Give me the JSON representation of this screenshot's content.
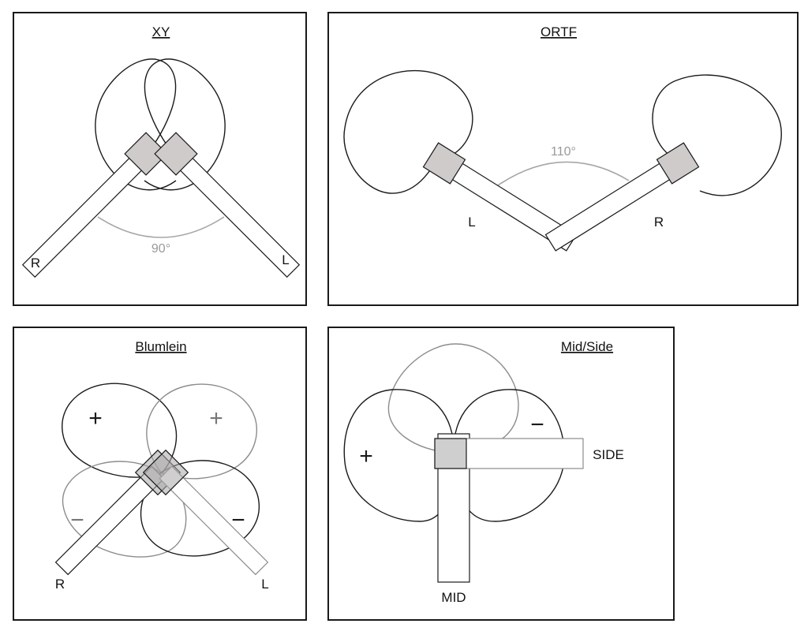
{
  "panels": {
    "xy": {
      "title": "XY",
      "left_label": "R",
      "right_label": "L",
      "angle_label": "90°"
    },
    "ortf": {
      "title": "ORTF",
      "left_label": "L",
      "right_label": "R",
      "angle_label": "110°"
    },
    "blumlein": {
      "title": "Blumlein",
      "left_label": "R",
      "right_label": "L",
      "signs": [
        "+",
        "+",
        "−",
        "−"
      ]
    },
    "midside": {
      "title": "Mid/Side",
      "mid_label": "MID",
      "side_label": "SIDE",
      "signs": [
        "+",
        "−"
      ]
    }
  },
  "colors": {
    "outline": "#1a1a1a",
    "capsule_fill": "#cfcbcb",
    "angle_arc": "#a6a6a6",
    "secondary_pattern": "#8c8c8c"
  }
}
